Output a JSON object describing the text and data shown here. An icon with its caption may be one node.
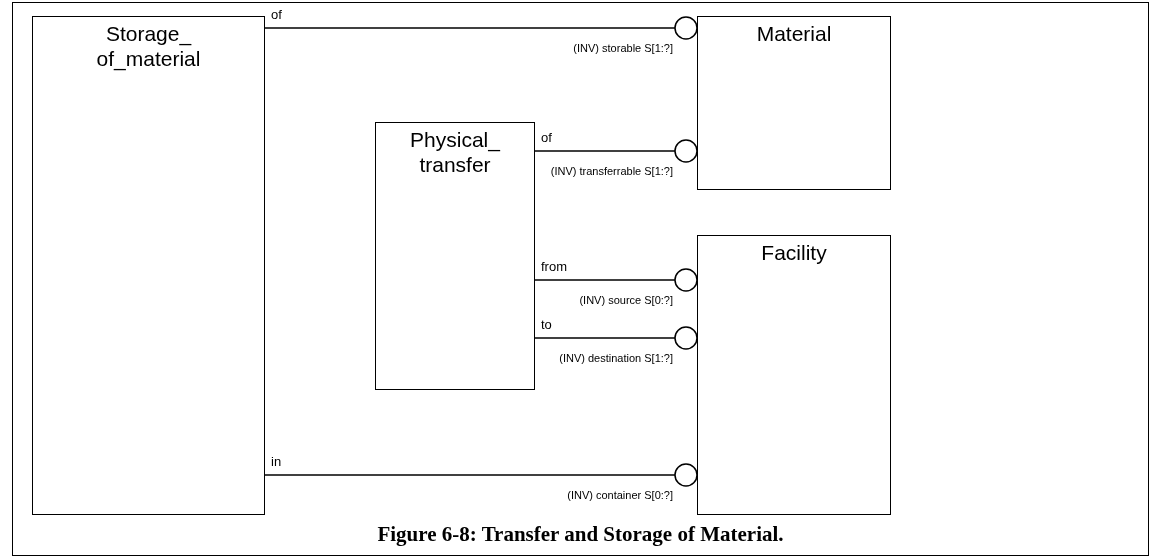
{
  "diagram": {
    "caption": "Figure 6-8: Transfer and Storage of Material.",
    "nodes": [
      {
        "text": [
          "Storage_ of_material"
        ]
      },
      {
        "text": [
          "Material"
        ]
      },
      {
        "text": [
          "Physical_ transfer"
        ]
      },
      {
        "text": [
          "Facility"
        ]
      }
    ],
    "edges": [
      {
        "from": 0,
        "to": 1,
        "arrow": "other",
        "label": "of"
      },
      {
        "from": 2,
        "to": 1,
        "arrow": "other",
        "label": "of"
      },
      {
        "from": 2,
        "to": 3,
        "arrow": "other",
        "label": "from"
      },
      {
        "from": 2,
        "to": 3,
        "arrow": "other",
        "label": "to"
      },
      {
        "from": 0,
        "to": 3,
        "arrow": "other",
        "label": "in"
      }
    ],
    "labels": [
      "(INV) storable S[1:?]",
      "(INV) transferrable S[1:?]",
      "(INV) source S[0:?]",
      "(INV) destination S[1:?]",
      "(INV) container S[0:?]"
    ]
  }
}
